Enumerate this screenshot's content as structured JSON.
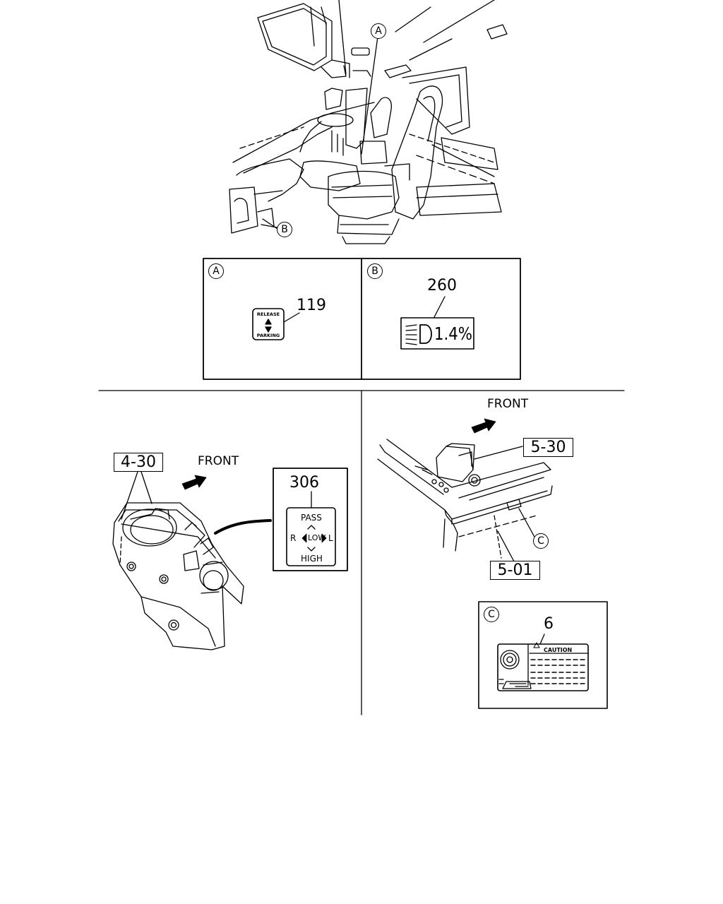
{
  "callouts": {
    "a": "A",
    "b": "B",
    "c": "C"
  },
  "detail_a": {
    "part_no": "119",
    "label_top": "RELEASE",
    "label_bottom": "PARKING"
  },
  "detail_b": {
    "part_no": "260",
    "label_text": "1.4%"
  },
  "left_view": {
    "ref": "4-30",
    "front_label": "FRONT",
    "part_no": "306",
    "switch": {
      "top": "PASS",
      "left": "R",
      "center": "LOW",
      "right": "L",
      "bottom": "HIGH"
    }
  },
  "right_view": {
    "front_label": "FRONT",
    "ref_top": "5-30",
    "ref_bottom": "5-01",
    "part_no": "6",
    "caution_label": "CAUTION"
  }
}
